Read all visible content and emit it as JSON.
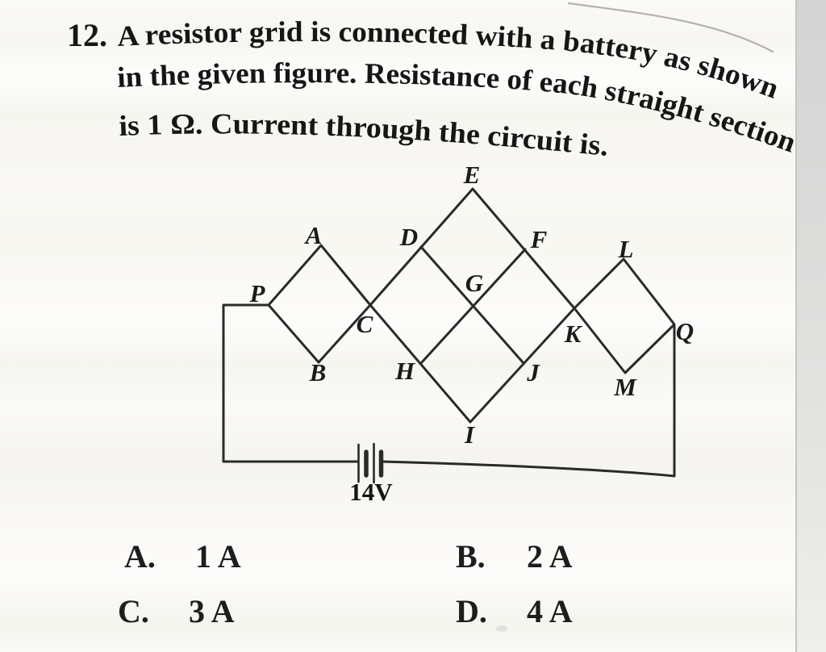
{
  "page": {
    "paper_color": "#f8f7f3",
    "edge_strip_color": "#d4d4d4",
    "ink_color": "#1b1b1b"
  },
  "question": {
    "number": "12.",
    "line1": "A resistor grid is connected with a battery as shown",
    "line2": "in the given figure. Resistance of each straight section",
    "line3": "is 1 Ω. Current through the circuit is."
  },
  "diagram": {
    "battery_label": "14V",
    "node_labels": [
      "P",
      "A",
      "B",
      "C",
      "D",
      "E",
      "F",
      "G",
      "H",
      "I",
      "J",
      "K",
      "L",
      "M",
      "Q"
    ]
  },
  "options": [
    {
      "label": "A.",
      "value": "1 A"
    },
    {
      "label": "B.",
      "value": "2 A"
    },
    {
      "label": "C.",
      "value": "3 A"
    },
    {
      "label": "D.",
      "value": "4 A"
    }
  ]
}
